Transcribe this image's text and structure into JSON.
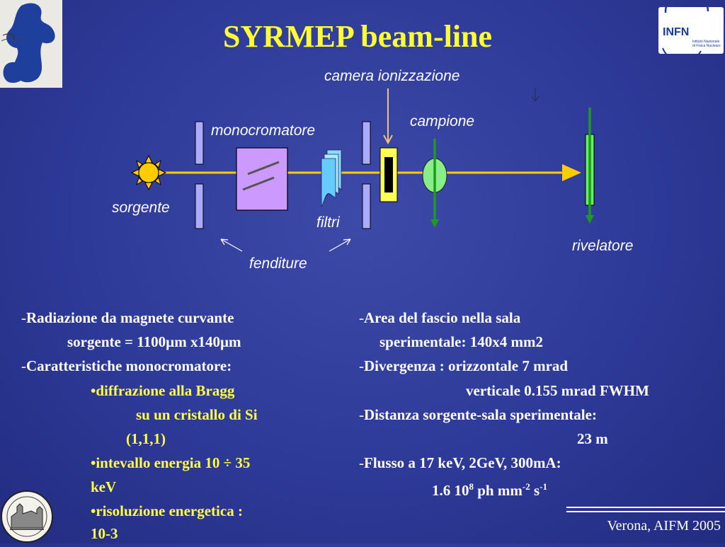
{
  "title": "SYRMEP beam-line",
  "diagram": {
    "labels": {
      "camera": "camera ionizzazione",
      "campione": "campione",
      "monocromatore": "monocromatore",
      "sorgente": "sorgente",
      "filtri": "filtri",
      "fenditure": "fenditure",
      "rivelatore": "rivelatore"
    }
  },
  "left_text": {
    "l1": "Radiazione da magnete curvante",
    "l2": "sorgente = 1100µm x140µm",
    "l3": "Caratteristiche monocromatore:",
    "b1": "•diffrazione alla Bragg",
    "b1b": "su un cristallo di Si",
    "b1c": "(1,1,1)",
    "b2": "•intevallo energia 10 ÷ 35",
    "b2b": "keV",
    "b3": "•risoluzione energetica :",
    "b3b": "10-3"
  },
  "right_text": {
    "r1": "Area del fascio nella sala",
    "r1b": "sperimentale: 140x4 mm2",
    "r2": "Divergenza : orizzontale 7 mrad",
    "r2b": "verticale 0.155 mrad FWHM",
    "r3": "Distanza sorgente-sala sperimentale:",
    "r3b": "23 m",
    "r4": "Flusso a 17 keV, 2GeV, 300mA:",
    "r4_pre": "1.6 10",
    "r4_exp1": "8",
    "r4_mid": " ph mm",
    "r4_exp2": "-2",
    "r4_s": " s",
    "r4_exp3": "-1"
  },
  "footer": "Verona, AIFM 2005",
  "logos": {
    "infn_text": "INFN",
    "infn_sub1": "Istituto Nazionale",
    "infn_sub2": "di Fisica Nucleare"
  },
  "colors": {
    "title": "#ffff33",
    "beam": "#ffcc00",
    "green_arrow": "#1e9a1e",
    "monochromator": "#cc99ff",
    "slits": "#aaaaff",
    "sample": "#88ee88",
    "bullet_text": "#ffff44"
  }
}
